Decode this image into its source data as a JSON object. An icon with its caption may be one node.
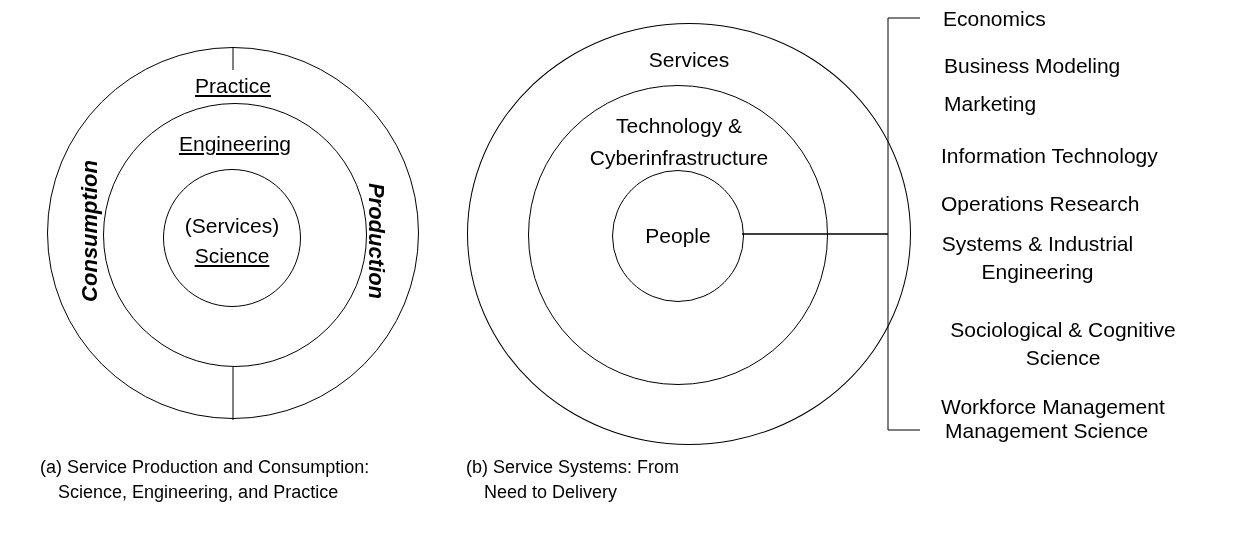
{
  "diagram": {
    "nodes": [
      {
        "text": [
          "Practice",
          "Consumption",
          "Production"
        ]
      },
      {
        "text": [
          "Engineering"
        ],
        "in": 0
      },
      {
        "text": [
          "(Services)",
          "Science"
        ],
        "in": 1
      },
      {
        "text": [
          "Services"
        ]
      },
      {
        "text": [
          "Technology & Cyberinfrastructure"
        ],
        "in": 3
      },
      {
        "text": [
          "People"
        ],
        "in": 4
      },
      {
        "text": [
          "Economics"
        ]
      },
      {
        "text": [
          "Business Modeling"
        ]
      },
      {
        "text": [
          "Marketing"
        ]
      },
      {
        "text": [
          "Information Technology"
        ]
      },
      {
        "text": [
          "Operations Research"
        ]
      },
      {
        "text": [
          "Systems & Industrial Engineering"
        ]
      },
      {
        "text": [
          "Sociological & Cognitive Science"
        ]
      },
      {
        "text": [
          "Workforce Management"
        ]
      },
      {
        "text": [
          "Management Science"
        ]
      }
    ],
    "edges": [
      {
        "from": 5,
        "to": 6,
        "arrow": "none"
      },
      {
        "from": 5,
        "to": 14,
        "arrow": "none"
      }
    ],
    "labels": [
      "(a) Service Production and Consumption: Science, Engineering, and Practice",
      "(b) Service Systems: From Need to Delivery"
    ]
  }
}
